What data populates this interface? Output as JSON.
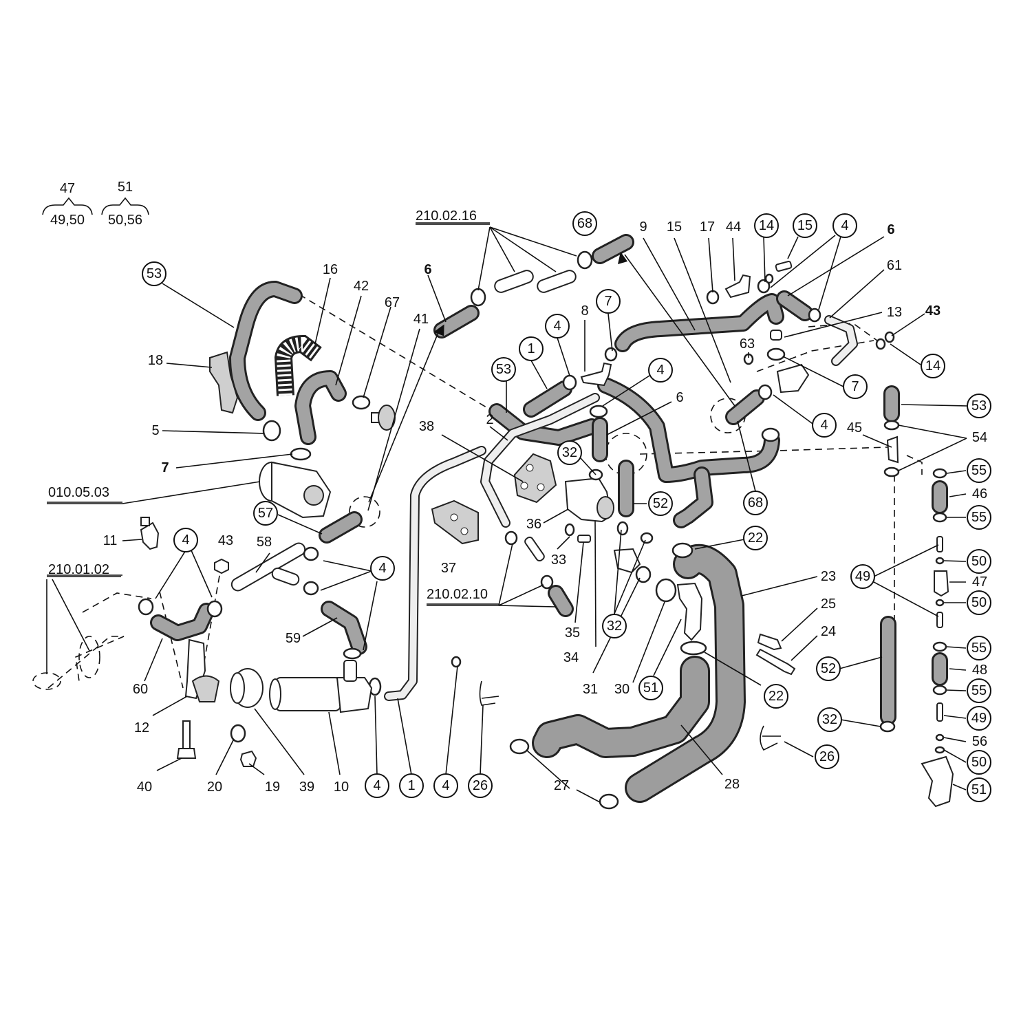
{
  "refs": {
    "r_010_05_03": "010.05.03",
    "r_210_01_02": "210.01.02",
    "r_210_02_16": "210.02.16",
    "r_210_02_10": "210.02.10"
  },
  "kits": {
    "k47_top": "47",
    "k47_bottom": "49,50",
    "k51_top": "51",
    "k51_bottom": "50,56"
  },
  "labels": {
    "p1": "1",
    "p2": "2",
    "p4": "4",
    "p5": "5",
    "p6": "6",
    "p7": "7",
    "p8": "8",
    "p9": "9",
    "p10": "10",
    "p11": "11",
    "p12": "12",
    "p13": "13",
    "p14": "14",
    "p15": "15",
    "p16": "16",
    "p17": "17",
    "p18": "18",
    "p19": "19",
    "p20": "20",
    "p22": "22",
    "p23": "23",
    "p24": "24",
    "p25": "25",
    "p26": "26",
    "p27": "27",
    "p28": "28",
    "p30": "30",
    "p31": "31",
    "p32": "32",
    "p33": "33",
    "p34": "34",
    "p35": "35",
    "p36": "36",
    "p37": "37",
    "p38": "38",
    "p39": "39",
    "p40": "40",
    "p41": "41",
    "p42": "42",
    "p43": "43",
    "p44": "44",
    "p45": "45",
    "p46": "46",
    "p47": "47",
    "p48": "48",
    "p49": "49",
    "p50": "50",
    "p51": "51",
    "p52": "52",
    "p53": "53",
    "p54": "54",
    "p55": "55",
    "p56": "56",
    "p57": "57",
    "p58": "58",
    "p59": "59",
    "p60": "60",
    "p61": "61",
    "p63": "63",
    "p67": "67",
    "p68": "68"
  }
}
